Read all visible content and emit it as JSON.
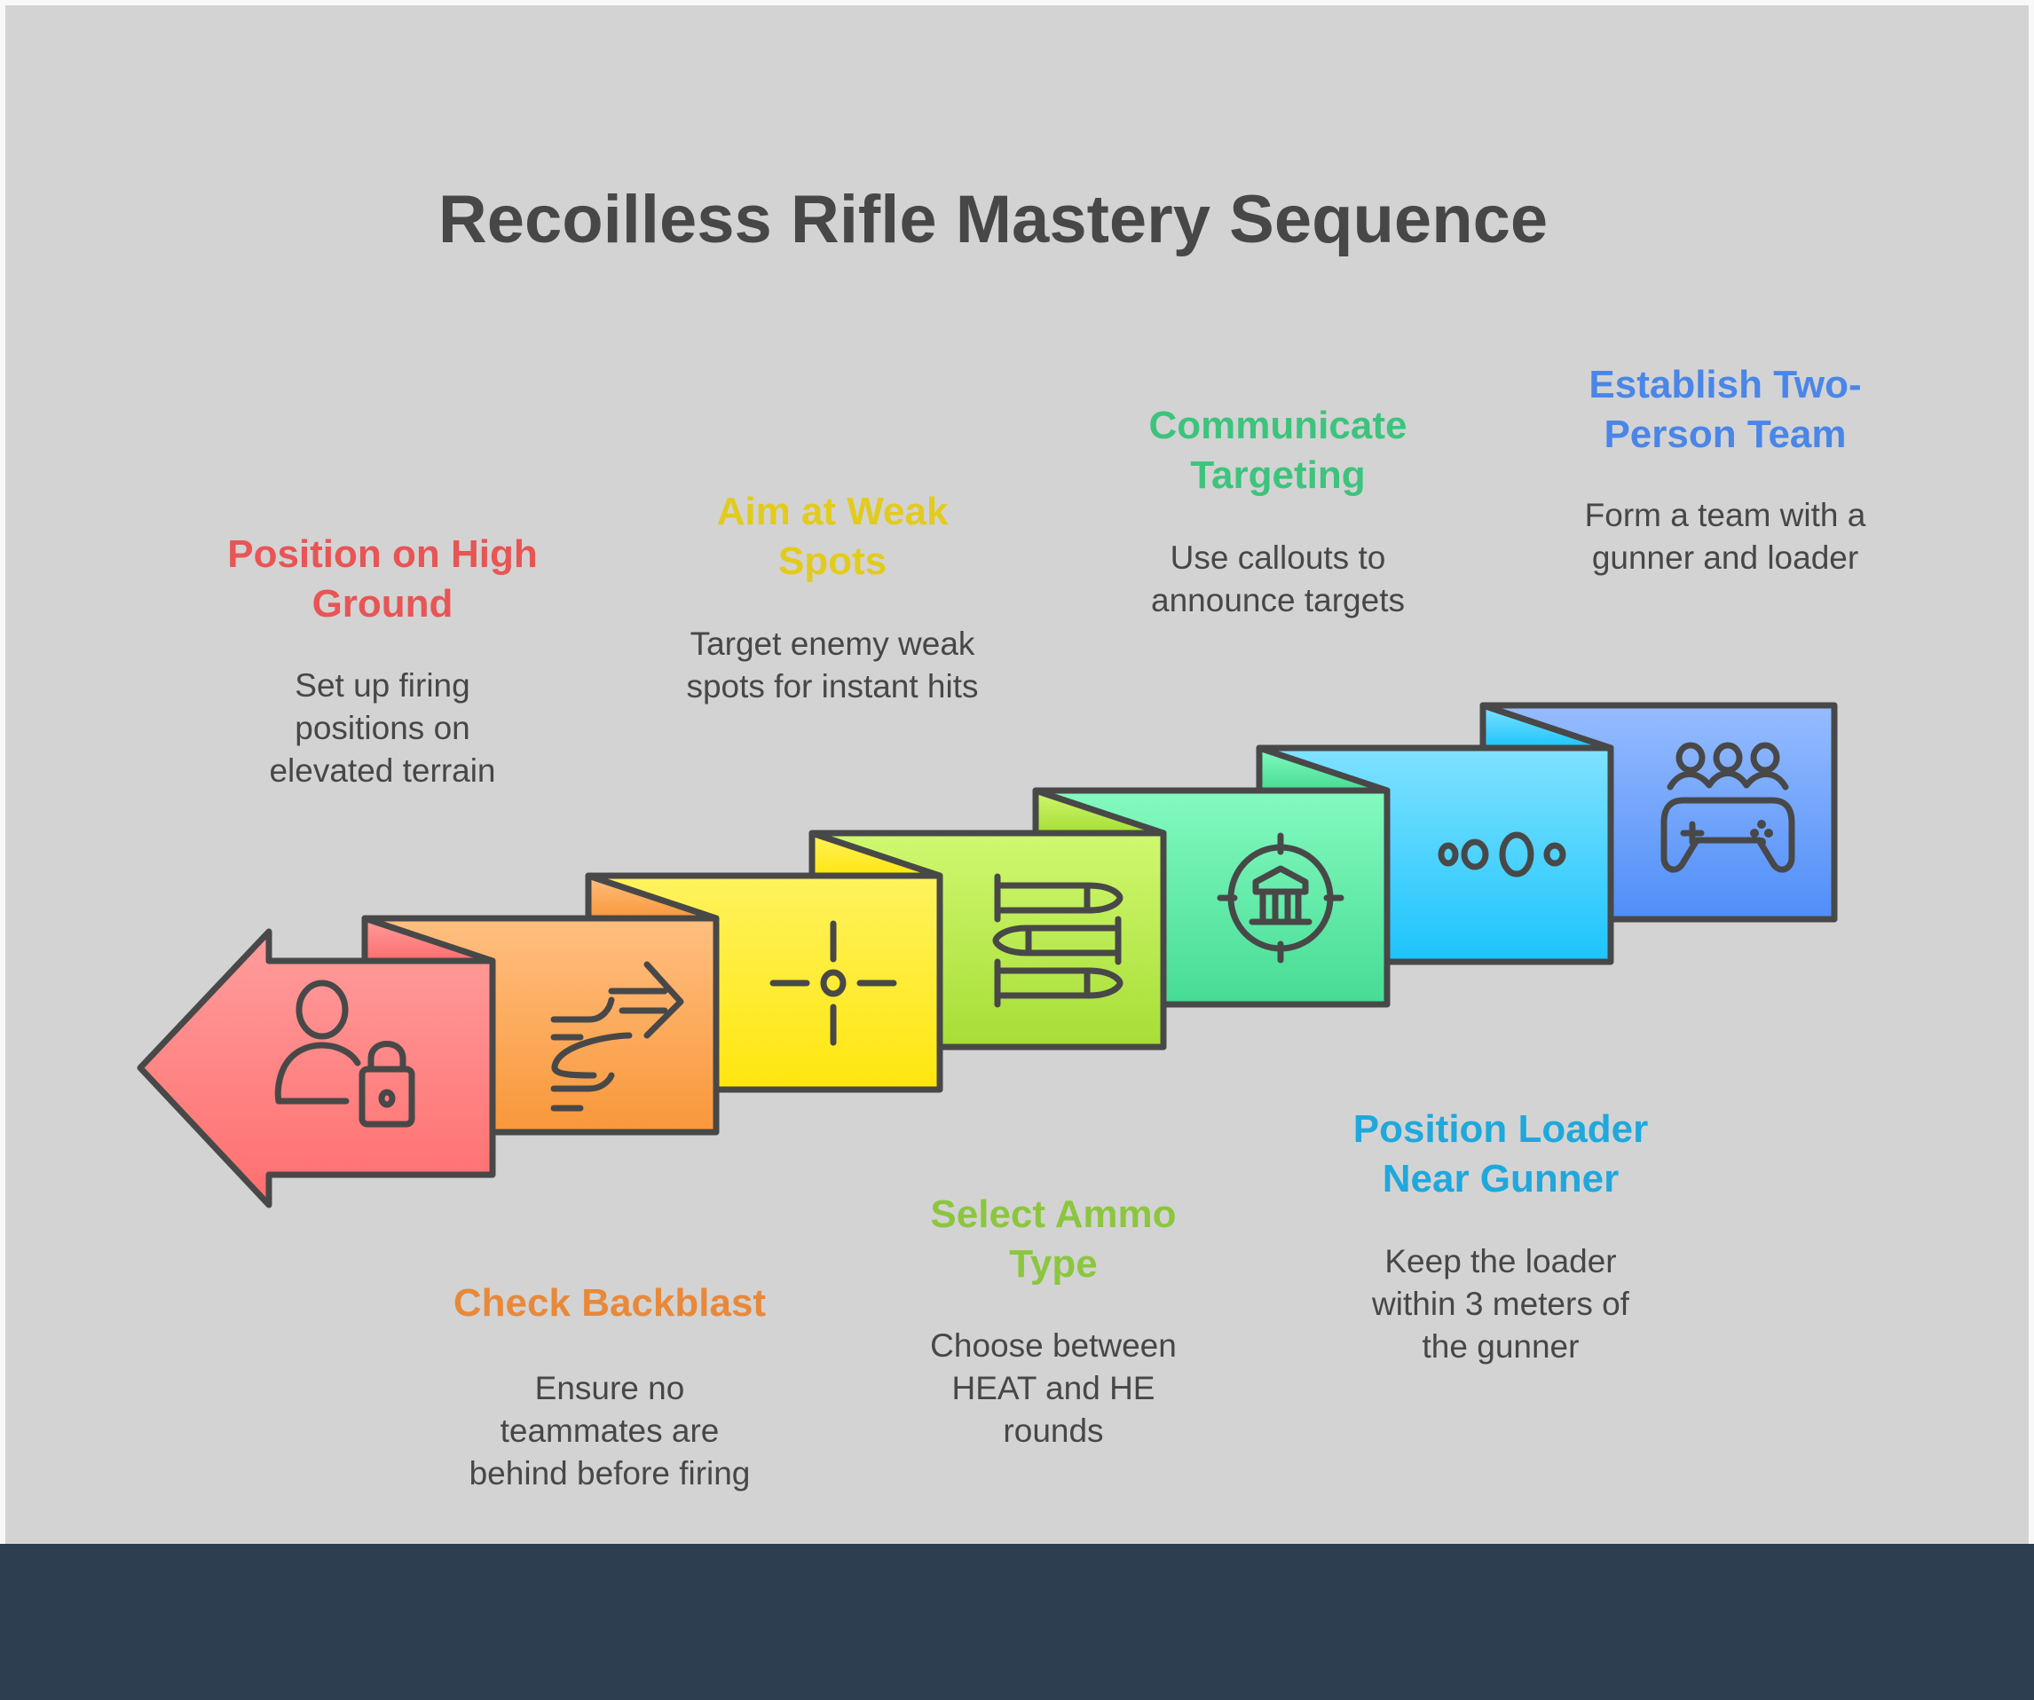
{
  "title": "Recoilless Rifle Mastery Sequence",
  "colors": {
    "background": "#d3d3d3",
    "footer": "#2c3e50",
    "outline": "#484848",
    "text": "#474747"
  },
  "steps": [
    {
      "order": 1,
      "title_lines": [
        "Position on High",
        "Ground"
      ],
      "description_lines": [
        "Set up firing",
        "positions on",
        "elevated terrain"
      ],
      "label_position": "above",
      "icon": "user-lock-icon",
      "accent": "#e85555",
      "fill_top": "#ff9d9d",
      "fill_bottom": "#ff6e6e"
    },
    {
      "order": 2,
      "title_lines": [
        "Check Backblast"
      ],
      "description_lines": [
        "Ensure no",
        "teammates are",
        "behind before firing"
      ],
      "label_position": "below",
      "icon": "wind-arrow-icon",
      "accent": "#e8893a",
      "fill_top": "#ffbf80",
      "fill_bottom": "#f9973a"
    },
    {
      "order": 3,
      "title_lines": [
        "Aim at Weak",
        "Spots"
      ],
      "description_lines": [
        "Target enemy weak",
        "spots for instant hits"
      ],
      "label_position": "above",
      "icon": "crosshair-icon",
      "accent": "#e2cb1c",
      "fill_top": "#fff25e",
      "fill_bottom": "#ffe60e"
    },
    {
      "order": 4,
      "title_lines": [
        "Select Ammo",
        "Type"
      ],
      "description_lines": [
        "Choose between",
        "HEAT and HE",
        "rounds"
      ],
      "label_position": "below",
      "icon": "bullets-icon",
      "accent": "#8cc63f",
      "fill_top": "#d0f870",
      "fill_bottom": "#a6de36"
    },
    {
      "order": 5,
      "title_lines": [
        "Communicate",
        "Targeting"
      ],
      "description_lines": [
        "Use callouts to",
        "announce targets"
      ],
      "label_position": "above",
      "icon": "target-building-icon",
      "accent": "#3cc47c",
      "fill_top": "#84fac0",
      "fill_bottom": "#46dc94"
    },
    {
      "order": 6,
      "title_lines": [
        "Position Loader",
        "Near Gunner"
      ],
      "description_lines": [
        "Keep the loader",
        "within 3 meters of",
        "the gunner"
      ],
      "label_position": "below",
      "icon": "dots-sequence-icon",
      "accent": "#1fa8dc",
      "fill_top": "#80e2ff",
      "fill_bottom": "#1cc4fc"
    },
    {
      "order": 7,
      "title_lines": [
        "Establish Two-",
        "Person Team"
      ],
      "description_lines": [
        "Form a team with a",
        "gunner and loader"
      ],
      "label_position": "above",
      "icon": "team-gamepad-icon",
      "accent": "#4a86e8",
      "fill_top": "#96bcff",
      "fill_bottom": "#4f8ef8"
    }
  ]
}
